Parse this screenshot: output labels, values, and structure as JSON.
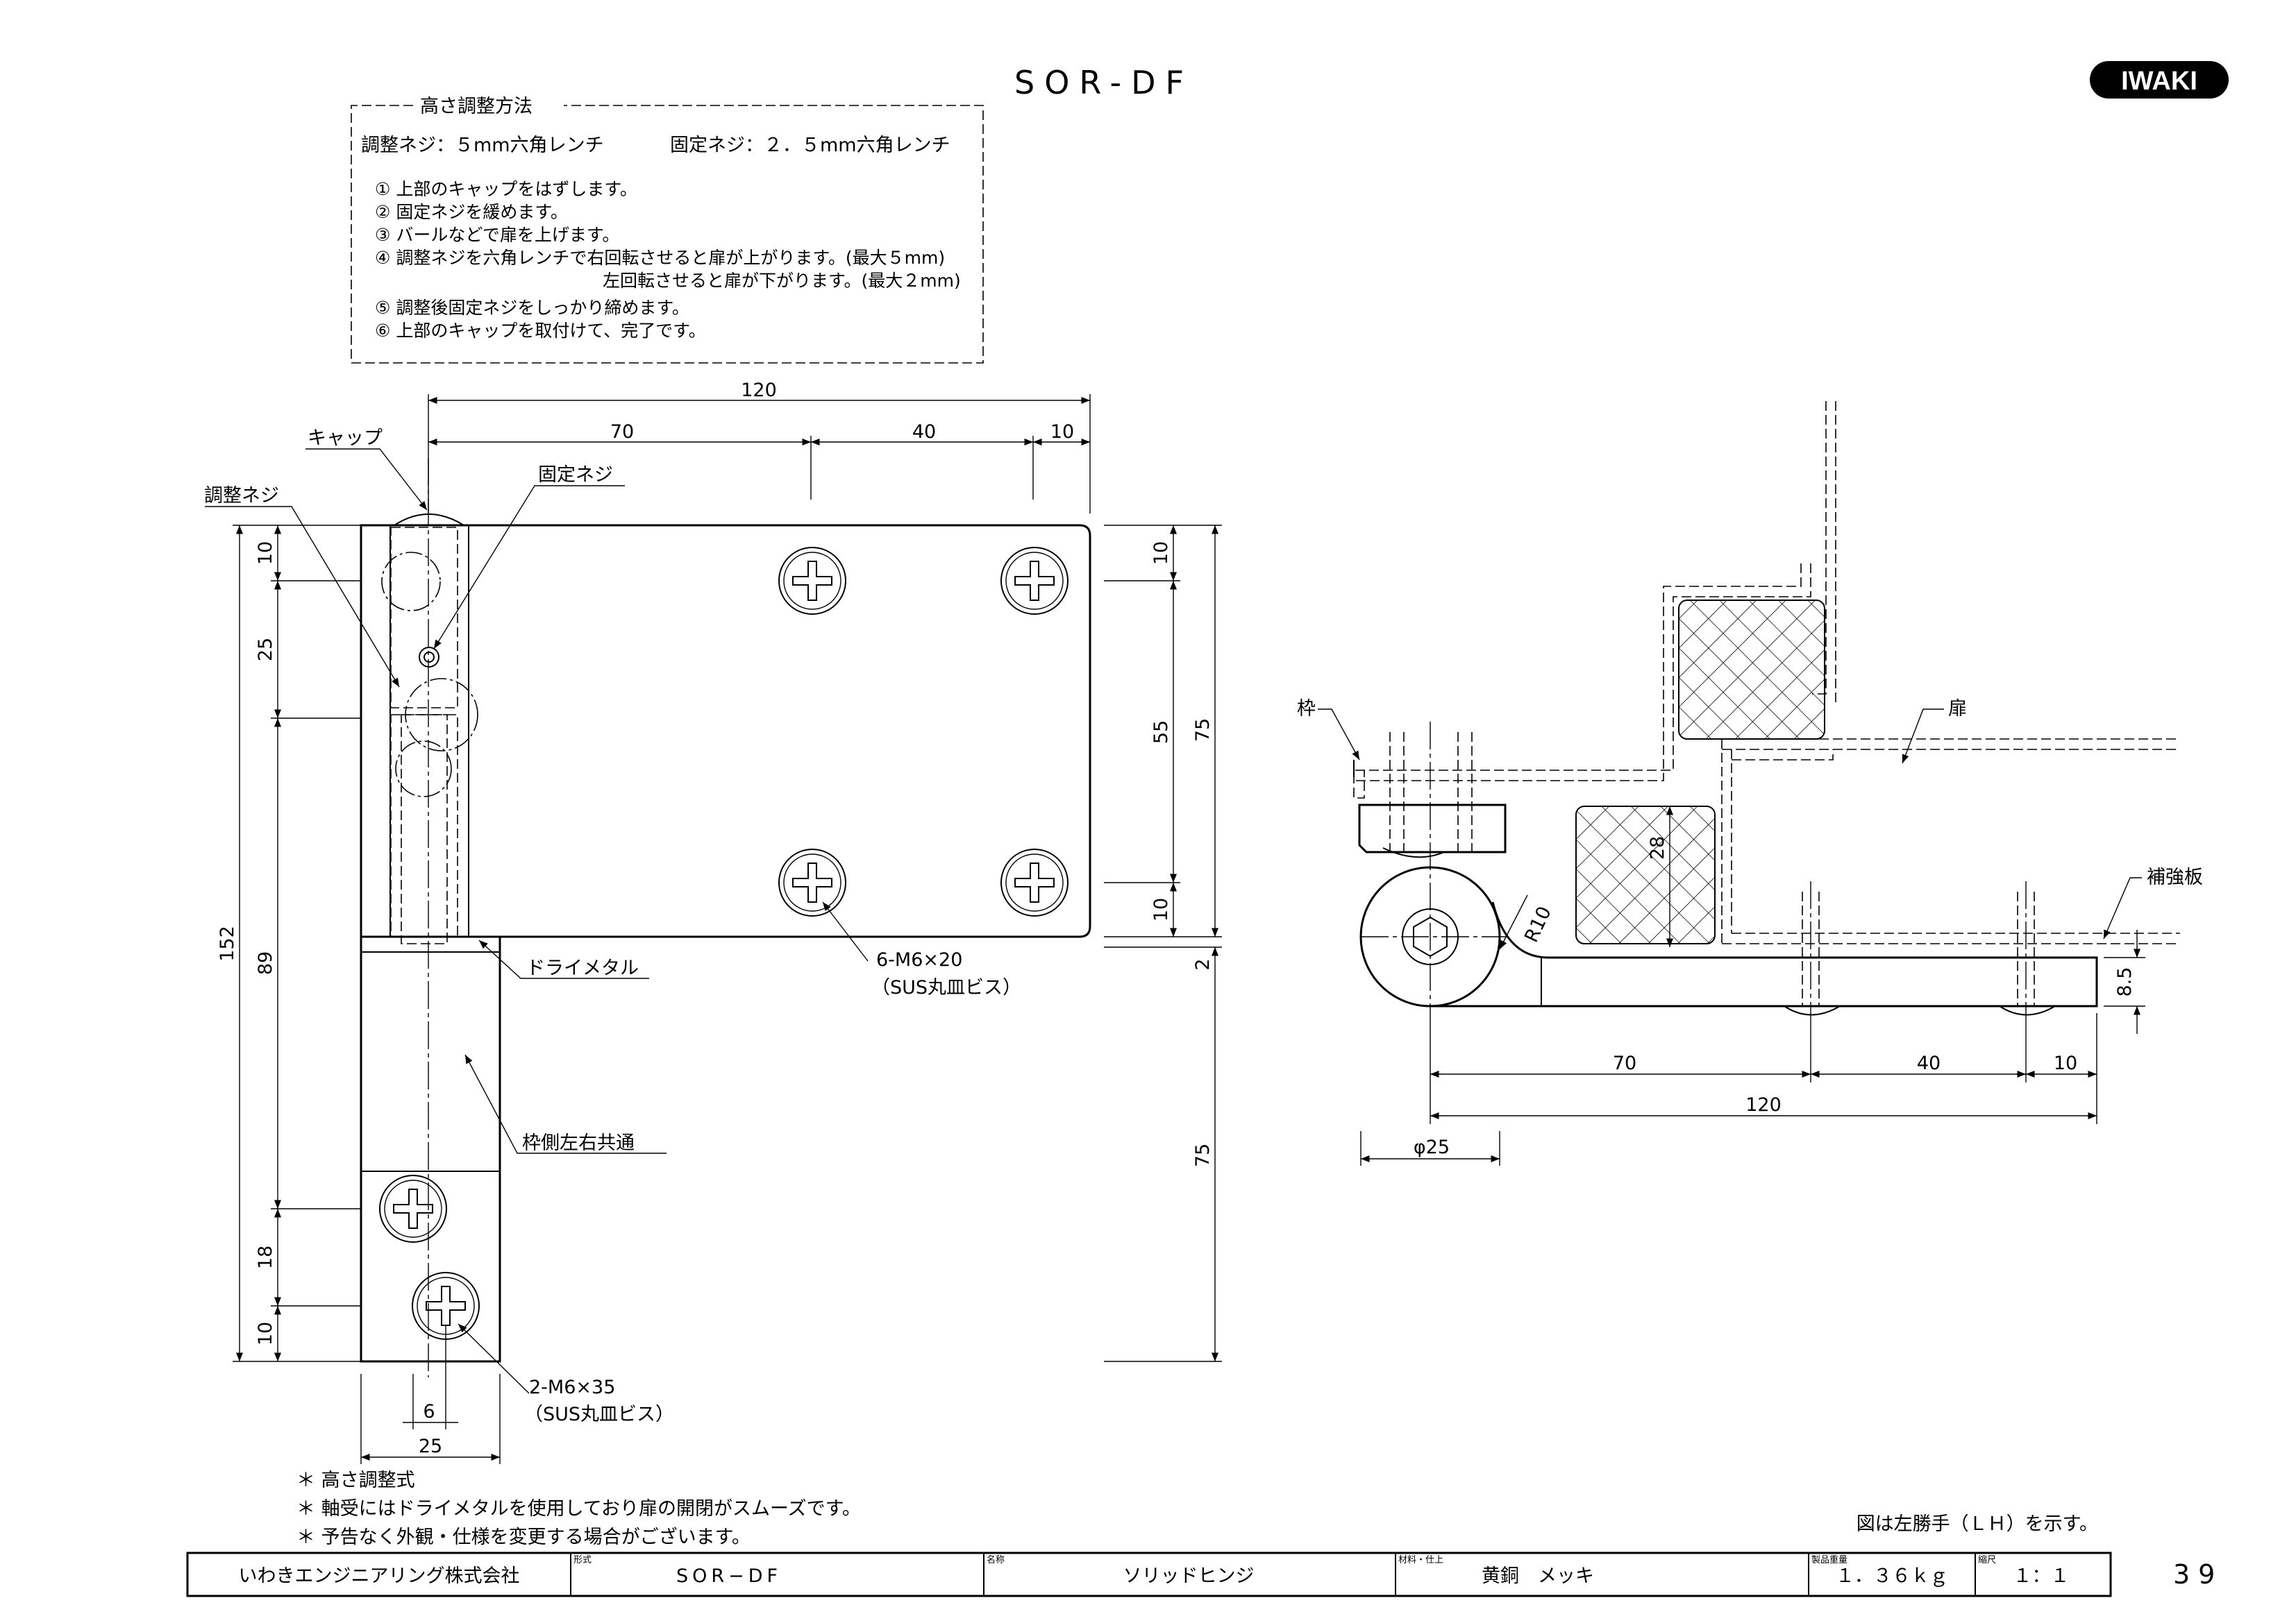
{
  "header": {
    "title": "SOR-DF",
    "logo": "IWAKI"
  },
  "adjust_box": {
    "title": "高さ調整方法",
    "wrench_adjust": "調整ネジ：５mm六角レンチ",
    "wrench_fix": "固定ネジ：２．５mm六角レンチ",
    "steps": [
      "① 上部のキャップをはずします。",
      "② 固定ネジを緩めます。",
      "③ バールなどで扉を上げます。",
      "④ 調整ネジを六角レンチで右回転させると扉が上がります。(最大５mm)",
      "左回転させると扉が下がります。(最大２mm)",
      "⑤ 調整後固定ネジをしっかり締めます。",
      "⑥ 上部のキャップを取付けて、完了です。"
    ]
  },
  "front_view": {
    "labels": {
      "cap": "キャップ",
      "adjust_screw": "調整ネジ",
      "fix_screw": "固定ネジ",
      "dry_metal": "ドライメタル",
      "frame_common": "枠側左右共通",
      "screw_plate": "6-M6×20",
      "screw_plate_note": "（SUS丸皿ビス）",
      "screw_frame": "2-M6×35",
      "screw_frame_note": "（SUS丸皿ビス）"
    },
    "dims": {
      "top_total": "120",
      "top_a": "70",
      "top_b": "40",
      "top_c": "10",
      "left_total": "152",
      "left_10a": "10",
      "left_25": "25",
      "left_89": "89",
      "left_18": "18",
      "left_10b": "10",
      "right_10a": "10",
      "right_55": "55",
      "right_10b": "10",
      "right_75a": "75",
      "right_2": "2",
      "right_75b": "75",
      "bottom_6": "6",
      "bottom_25": "25"
    }
  },
  "section_view": {
    "labels": {
      "frame": "枠",
      "door": "扉",
      "reinforce": "補強板",
      "r10": "R10",
      "d28": "28",
      "t85": "8.5"
    },
    "dims": {
      "a": "70",
      "b": "40",
      "c": "10",
      "total": "120",
      "phi": "φ25"
    },
    "lh_note": "図は左勝手（ＬＨ）を示す。"
  },
  "notes": [
    "＊ 高さ調整式",
    "＊ 軸受にはドライメタルを使用しており扉の開閉がスムーズです。",
    "＊ 予告なく外観・仕様を変更する場合がございます。"
  ],
  "title_block": {
    "company": "いわきエンジニアリング株式会社",
    "model_caption": "形式",
    "model": "SOR−DF",
    "name_caption": "名称",
    "name": "ソリッドヒンジ",
    "material_caption": "材料・仕上",
    "material": "黄銅　メッキ",
    "weight_caption": "製品重量",
    "weight": "１．３６ｋｇ",
    "scale_caption": "縮尺",
    "scale": "１：１",
    "page": "39"
  }
}
